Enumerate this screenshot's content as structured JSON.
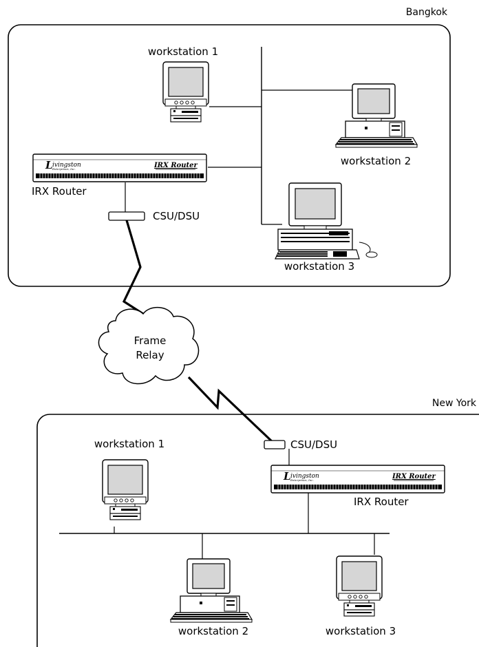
{
  "sites": {
    "top": {
      "name": "Bangkok",
      "workstations": [
        "workstation 1",
        "workstation 2",
        "workstation 3"
      ],
      "router_label": "IRX Router",
      "csu_label": "CSU/DSU"
    },
    "bottom": {
      "name": "New York",
      "workstations": [
        "workstation 1",
        "workstation 2",
        "workstation 3"
      ],
      "router_label": "IRX Router",
      "csu_label": "CSU/DSU"
    }
  },
  "cloud": {
    "line1": "Frame",
    "line2": "Relay"
  },
  "router_device": {
    "brand": "ivingston",
    "brand_initial": "L",
    "brand_sub": "Enterprises, Inc.",
    "model": "IRX Router"
  }
}
